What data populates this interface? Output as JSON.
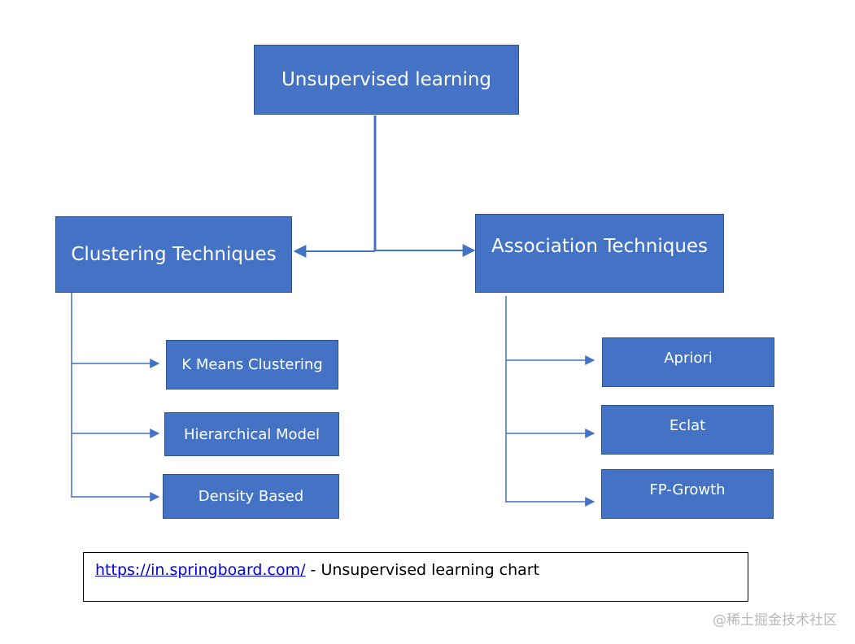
{
  "diagram": {
    "root": {
      "label": "Unsupervised learning"
    },
    "branches": [
      {
        "label": "Clustering Techniques",
        "children": [
          "K Means Clustering",
          "Hierarchical Model",
          "Density Based"
        ]
      },
      {
        "label": "Association Techniques",
        "children": [
          "Apriori",
          "Eclat",
          "FP-Growth"
        ]
      }
    ],
    "colors": {
      "box_fill": "#4472c4",
      "box_border": "#2f528f",
      "connector": "#4472c4",
      "text": "#ffffff"
    }
  },
  "caption": {
    "link_text": "https://in.springboard.com/",
    "text": " - Unsupervised learning chart"
  },
  "watermark": "@稀土掘金技术社区"
}
